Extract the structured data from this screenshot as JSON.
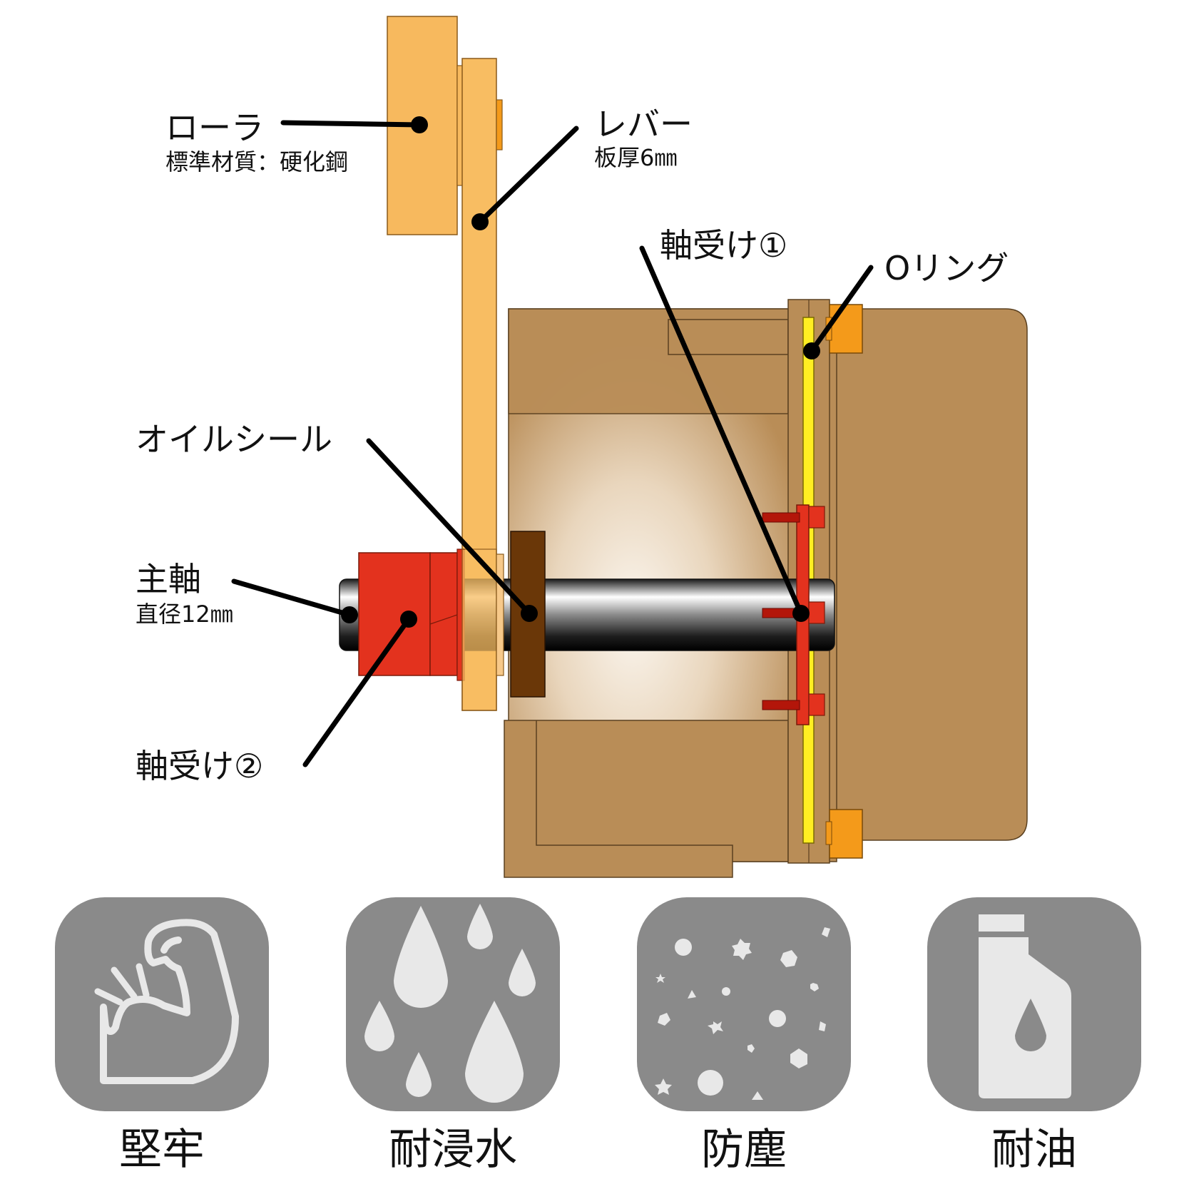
{
  "labels": {
    "roller": {
      "name": "ローラ",
      "note": "標準材質：硬化鋼"
    },
    "lever": {
      "name": "レバー",
      "note": "板厚6㎜"
    },
    "bearing1": {
      "name": "軸受け①"
    },
    "oring": {
      "name": "Oリング"
    },
    "oil_seal": {
      "name": "オイルシール"
    },
    "shaft": {
      "name": "主軸",
      "note": "直径12㎜"
    },
    "bearing2": {
      "name": "軸受け②"
    }
  },
  "features": [
    {
      "icon": "flexed-arm-icon",
      "caption": "堅牢"
    },
    {
      "icon": "water-drops-icon",
      "caption": "耐浸水"
    },
    {
      "icon": "dust-particles-icon",
      "caption": "防塵"
    },
    {
      "icon": "oil-can-icon",
      "caption": "耐油"
    }
  ],
  "colors": {
    "roller": "#f7b95e",
    "lever": "#f8bd62",
    "housing": "#b98d57",
    "bearing": "#e3321e",
    "oil_seal": "#6a3708",
    "oring": "#ffee22",
    "bolt_head": "#f49a1a",
    "icon_tile": "#8a8a8a",
    "icon_fg": "#e8e8e8"
  }
}
